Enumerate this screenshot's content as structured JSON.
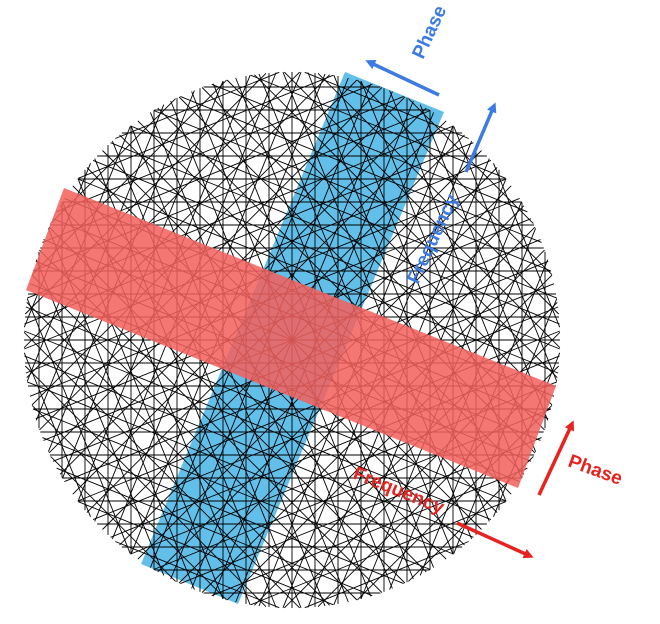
{
  "labels": {
    "blue_phase": "Phase",
    "blue_frequency": "Frequency",
    "red_phase": "Phase",
    "red_frequency": "Frequency"
  },
  "colors": {
    "blue_fill": "#62bfe9",
    "red_fill": "#f2615d",
    "blue_text": "#3b7be3",
    "red_text": "#e8231f",
    "line": "#000000"
  }
}
